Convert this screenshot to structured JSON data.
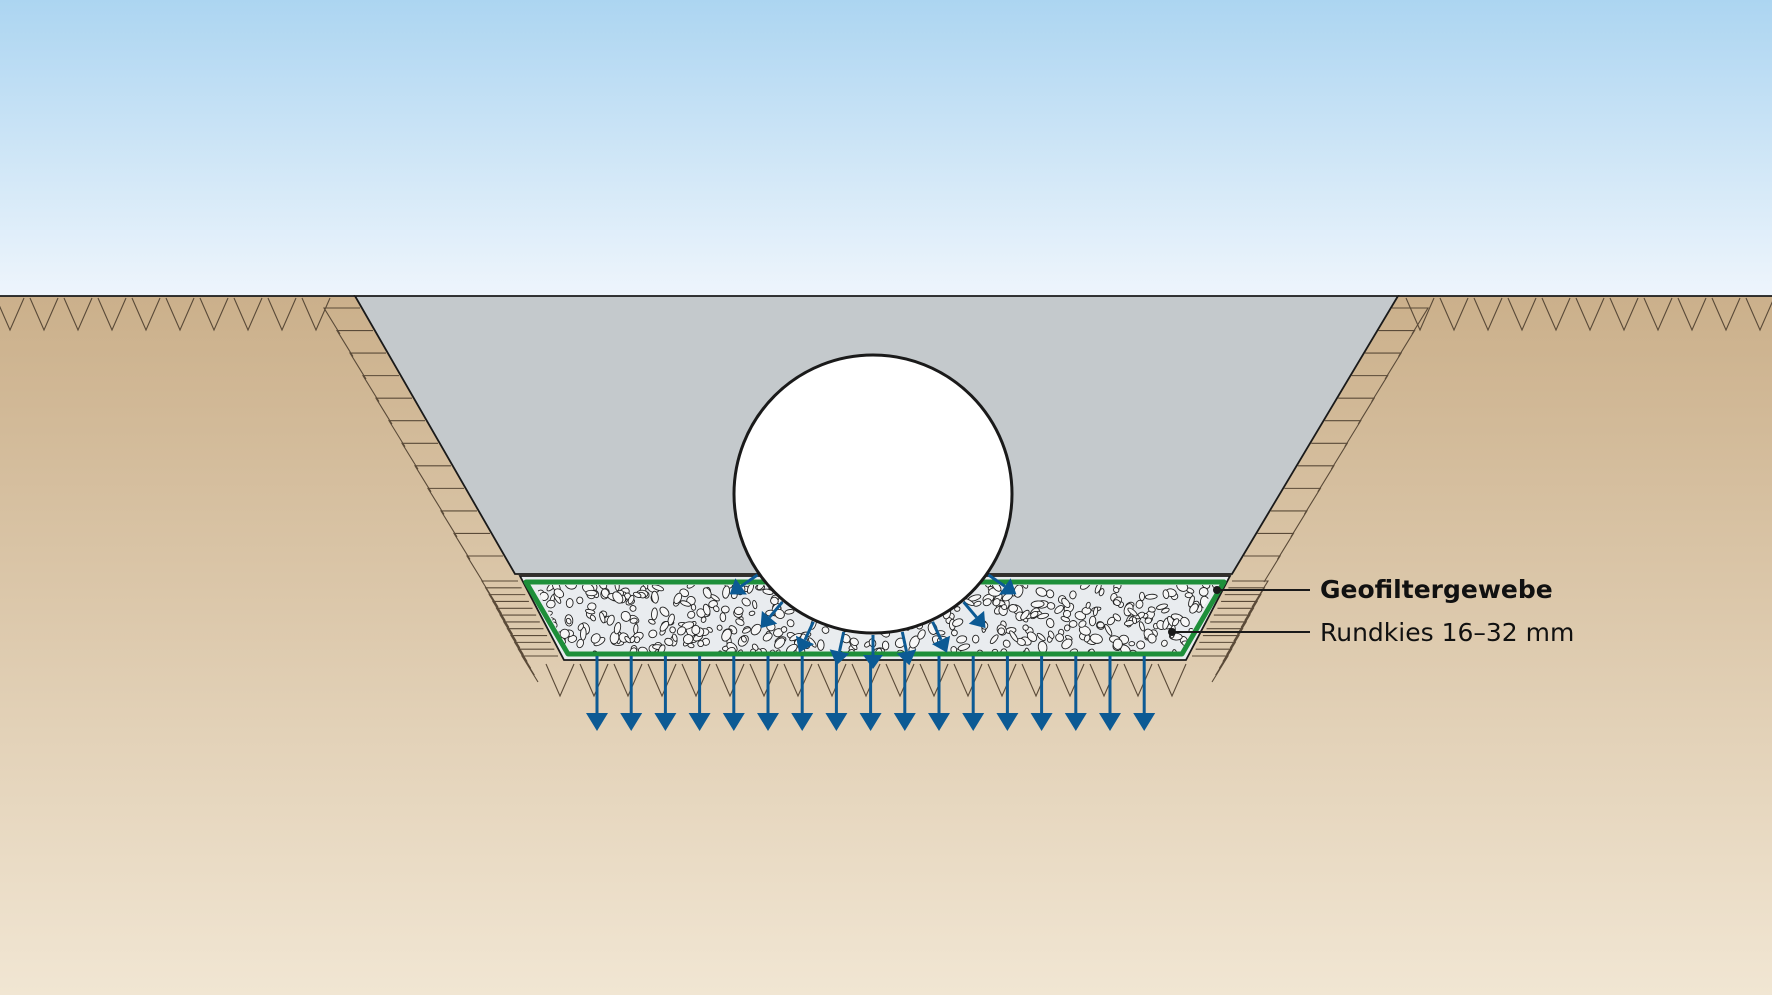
{
  "labels": {
    "geofilter": "Geofiltergewebe",
    "gravel": "Rundkies 16–32 mm"
  },
  "colors": {
    "sky_top": "#acd5f1",
    "sky_bottom": "#eef5fc",
    "soil_top": "#cbb08b",
    "soil_bottom": "#f1e6d3",
    "backfill": "#c4c9cc",
    "gravel_fill": "#e9ecef",
    "geotextile": "#1e8f3a",
    "water_arrow": "#0c5a94",
    "hatch": "#5a4a38"
  },
  "icons": [
    "water-flow-arrow-icon",
    "pipe-icon",
    "gravel-texture"
  ]
}
